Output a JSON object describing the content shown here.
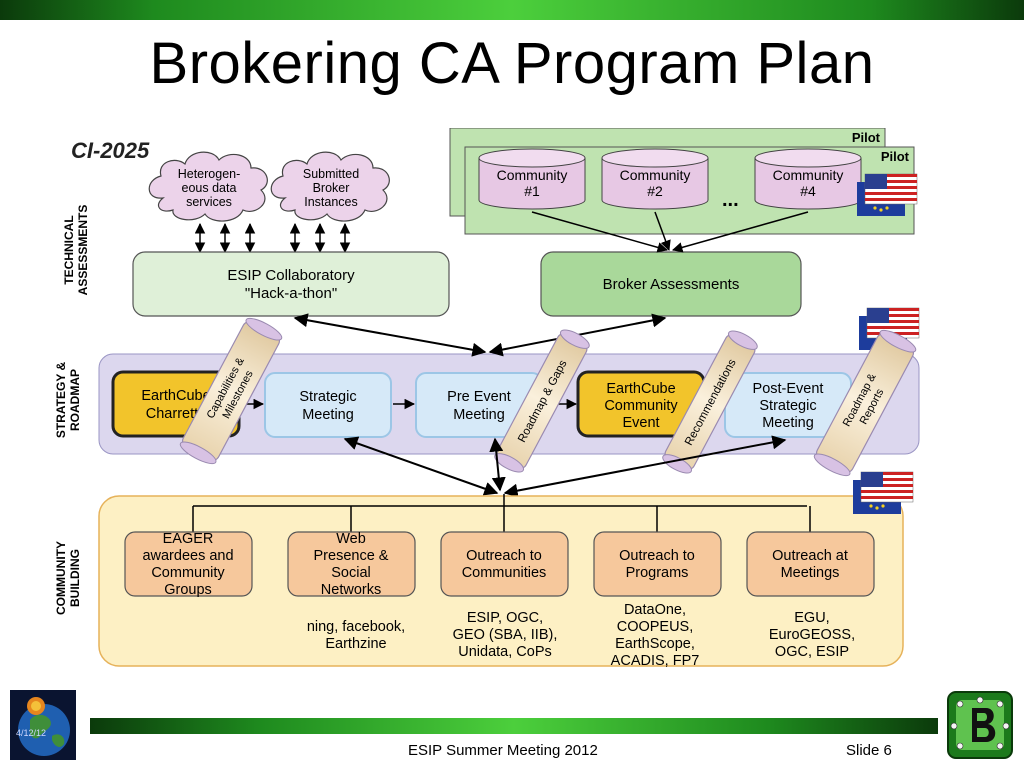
{
  "slide": {
    "title": "Brokering CA Program Plan",
    "footer_center": "ESIP Summer Meeting 2012",
    "footer_right": "Slide 6",
    "logo_left_date": "4/12/12"
  },
  "diagram": {
    "heading": "CI-2025",
    "sections": {
      "technical": [
        "TECHNICAL",
        "ASSESSMENTS"
      ],
      "strategy": [
        "STRATEGY &",
        "ROADMAP"
      ],
      "community": [
        "COMMUNITY",
        "BUILDING"
      ]
    },
    "clouds": [
      [
        "Heterogen-",
        "eous data",
        "services"
      ],
      [
        "Submitted",
        "Broker",
        "Instances"
      ]
    ],
    "pilot_labels": [
      "Pilot",
      "Pilot"
    ],
    "communities": [
      [
        "Community",
        "#1"
      ],
      [
        "Community",
        "#2"
      ],
      [
        "Community",
        "#4"
      ]
    ],
    "ellipsis": "...",
    "hackathon": [
      "ESIP Collaboratory",
      "\"Hack-a-thon\""
    ],
    "broker_assessments": "Broker Assessments",
    "roadmap_boxes": [
      [
        "EarthCube",
        "Charrette"
      ],
      [
        "Strategic",
        "Meeting"
      ],
      [
        "Pre Event",
        "Meeting"
      ],
      [
        "EarthCube",
        "Community",
        "Event"
      ],
      [
        "Post-Event",
        "Strategic",
        "Meeting"
      ]
    ],
    "scrolls": [
      [
        "Capabilities &",
        "Milestones"
      ],
      [
        "Roadmap & Gaps"
      ],
      [
        "Recommendations"
      ],
      [
        "Roadmap &",
        "Reports"
      ]
    ],
    "community_boxes": [
      [
        "EAGER",
        "awardees and",
        "Community",
        "Groups"
      ],
      [
        "Web",
        "Presence &",
        "Social",
        "Networks"
      ],
      [
        "Outreach to",
        "Communities"
      ],
      [
        "Outreach to",
        "Programs"
      ],
      [
        "Outreach at",
        "Meetings"
      ]
    ],
    "community_notes": [
      [],
      [
        "ning, facebook,",
        "Earthzine"
      ],
      [
        "ESIP, OGC,",
        "GEO (SBA, IIB),",
        "Unidata, CoPs"
      ],
      [
        "DataOne,",
        "COOPEUS,",
        "EarthScope,",
        "ACADIS, FP7"
      ],
      [
        "EGU,",
        "EuroGEOSS,",
        "OGC, ESIP"
      ]
    ]
  },
  "colors": {
    "accent_green": "#2eaa2e",
    "pilot_fill": "#bfe3b0",
    "cloud_fill": "#ecd3ea",
    "hackathon_fill": "#dff0d8",
    "broker_fill": "#a9d89a",
    "strategy_band": "#dcd7ee",
    "charrette_fill": "#f2c42b",
    "meeting_fill": "#d6e9f8",
    "community_band": "#fdf0c4",
    "outreach_fill": "#f6c89c",
    "scroll_fill": "#f3e5c8"
  }
}
